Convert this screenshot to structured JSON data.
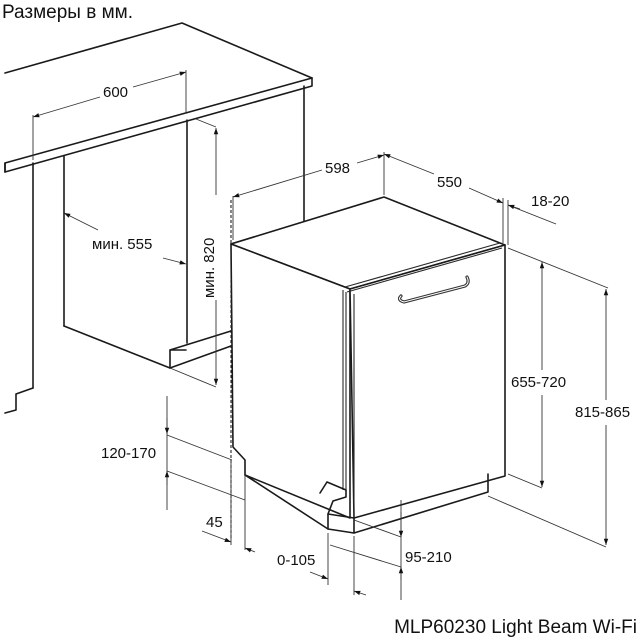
{
  "header": {
    "title": "Размеры в мм."
  },
  "caption": {
    "model": "MLP60230 Light Beam Wi-Fi"
  },
  "dimensions": {
    "niche_width": "600",
    "niche_depth_min": "мин. 555",
    "niche_height_min": "мин. 820",
    "appliance_width": "598",
    "appliance_depth": "550",
    "door_thickness": "18-20",
    "door_height": "655-720",
    "total_height": "815-865",
    "plinth_height": "120-170",
    "plinth_recess": "45",
    "plinth_offset": "0-105",
    "door_to_floor": "95-210"
  },
  "colors": {
    "line": "#1a1a1a",
    "background": "#ffffff"
  }
}
